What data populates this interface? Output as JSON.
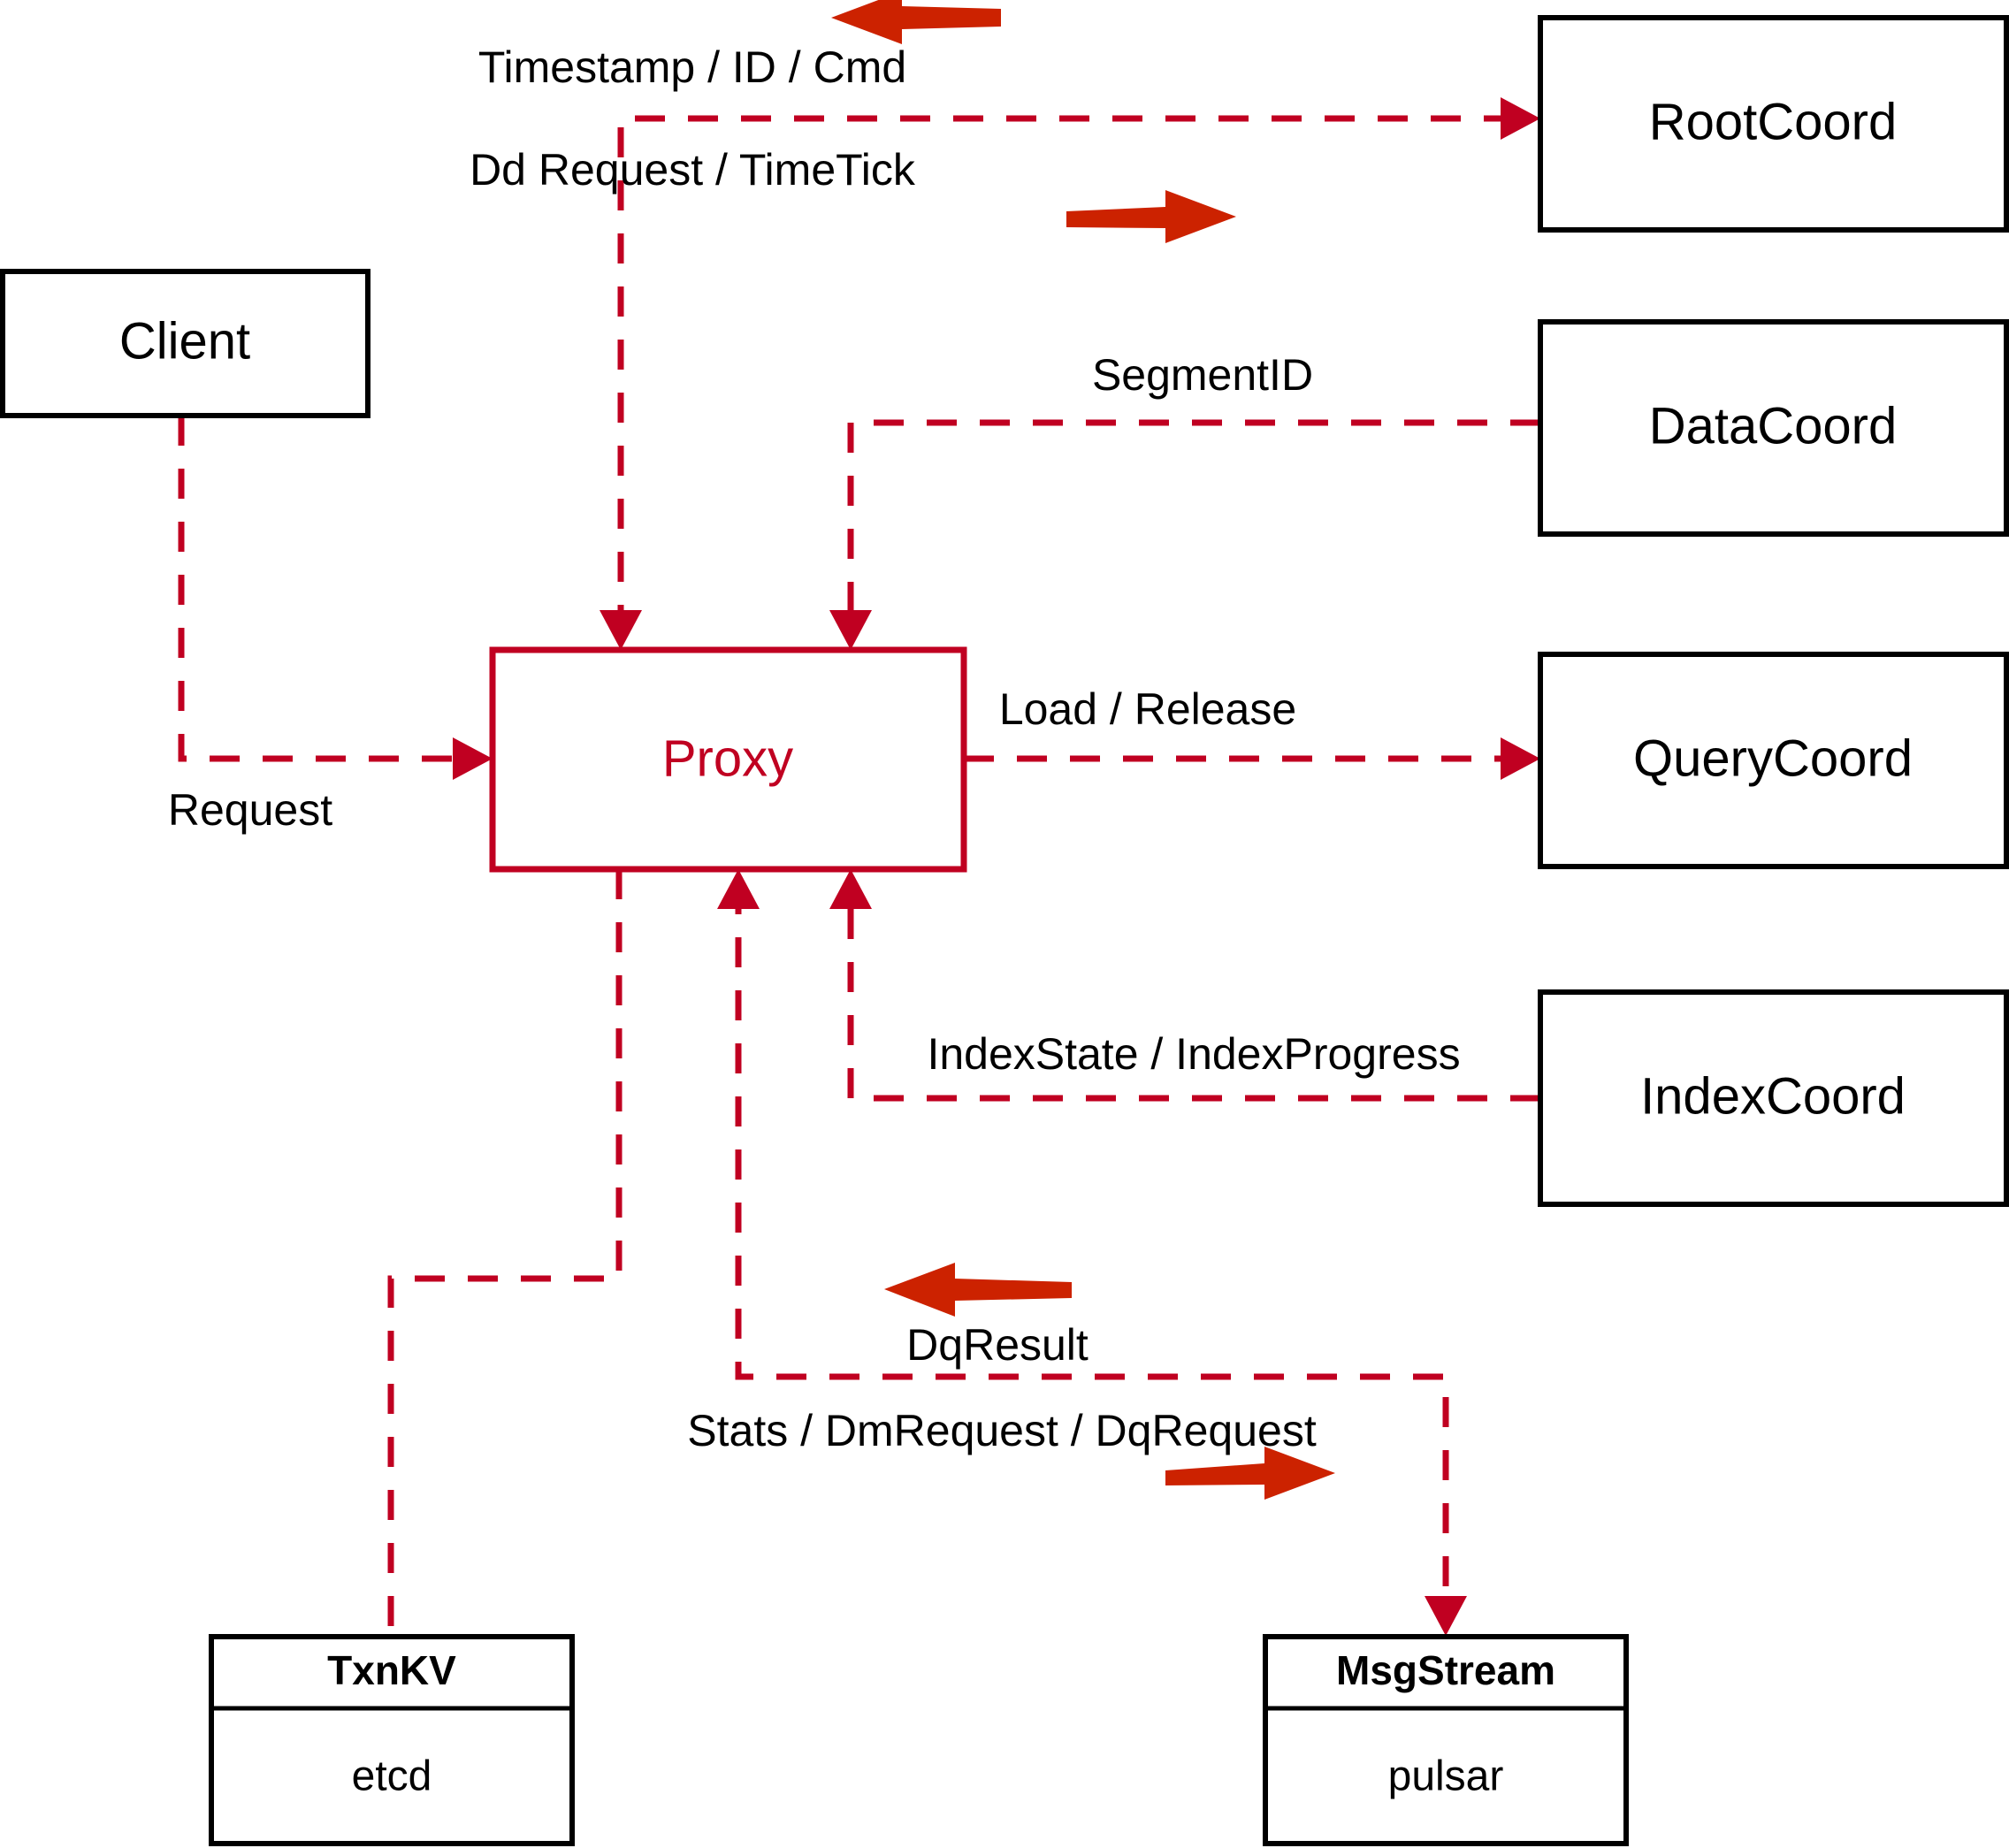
{
  "diagram": {
    "title": "Proxy architecture data flow",
    "accent_color": "#c00021",
    "arrow_color": "#cc2200",
    "node_border_color": "#000000",
    "background_color": "#ffffff"
  },
  "nodes": {
    "client": {
      "label": "Client"
    },
    "proxy": {
      "label": "Proxy"
    },
    "root_coord": {
      "label": "RootCoord"
    },
    "data_coord": {
      "label": "DataCoord"
    },
    "query_coord": {
      "label": "QueryCoord"
    },
    "index_coord": {
      "label": "IndexCoord"
    },
    "txnkv": {
      "title": "TxnKV",
      "impl": "etcd"
    },
    "msgstream": {
      "title": "MsgStream",
      "impl": "pulsar"
    }
  },
  "edges": [
    {
      "id": "client-proxy",
      "label": "Request",
      "from": "client",
      "to": "proxy",
      "direction": "right"
    },
    {
      "id": "rootcoord-in",
      "label": "Timestamp / ID / Cmd",
      "from": "root_coord",
      "to": "proxy",
      "direction": "left"
    },
    {
      "id": "rootcoord-out",
      "label": "Dd Request / TimeTick",
      "from": "proxy",
      "to": "root_coord",
      "direction": "right"
    },
    {
      "id": "datacoord",
      "label": "SegmentID",
      "from": "data_coord",
      "to": "proxy",
      "direction": "left"
    },
    {
      "id": "querycoord",
      "label": "Load / Release",
      "from": "proxy",
      "to": "query_coord",
      "direction": "right"
    },
    {
      "id": "indexcoord",
      "label": "IndexState / IndexProgress",
      "from": "index_coord",
      "to": "proxy",
      "direction": "left"
    },
    {
      "id": "msgstream-in",
      "label": "DqResult",
      "from": "msgstream",
      "to": "proxy",
      "direction": "left"
    },
    {
      "id": "msgstream-out",
      "label": "Stats / DmRequest / DqRequest",
      "from": "proxy",
      "to": "msgstream",
      "direction": "right"
    },
    {
      "id": "proxy-txnkv",
      "label": "",
      "from": "proxy",
      "to": "txnkv",
      "direction": "none"
    }
  ]
}
